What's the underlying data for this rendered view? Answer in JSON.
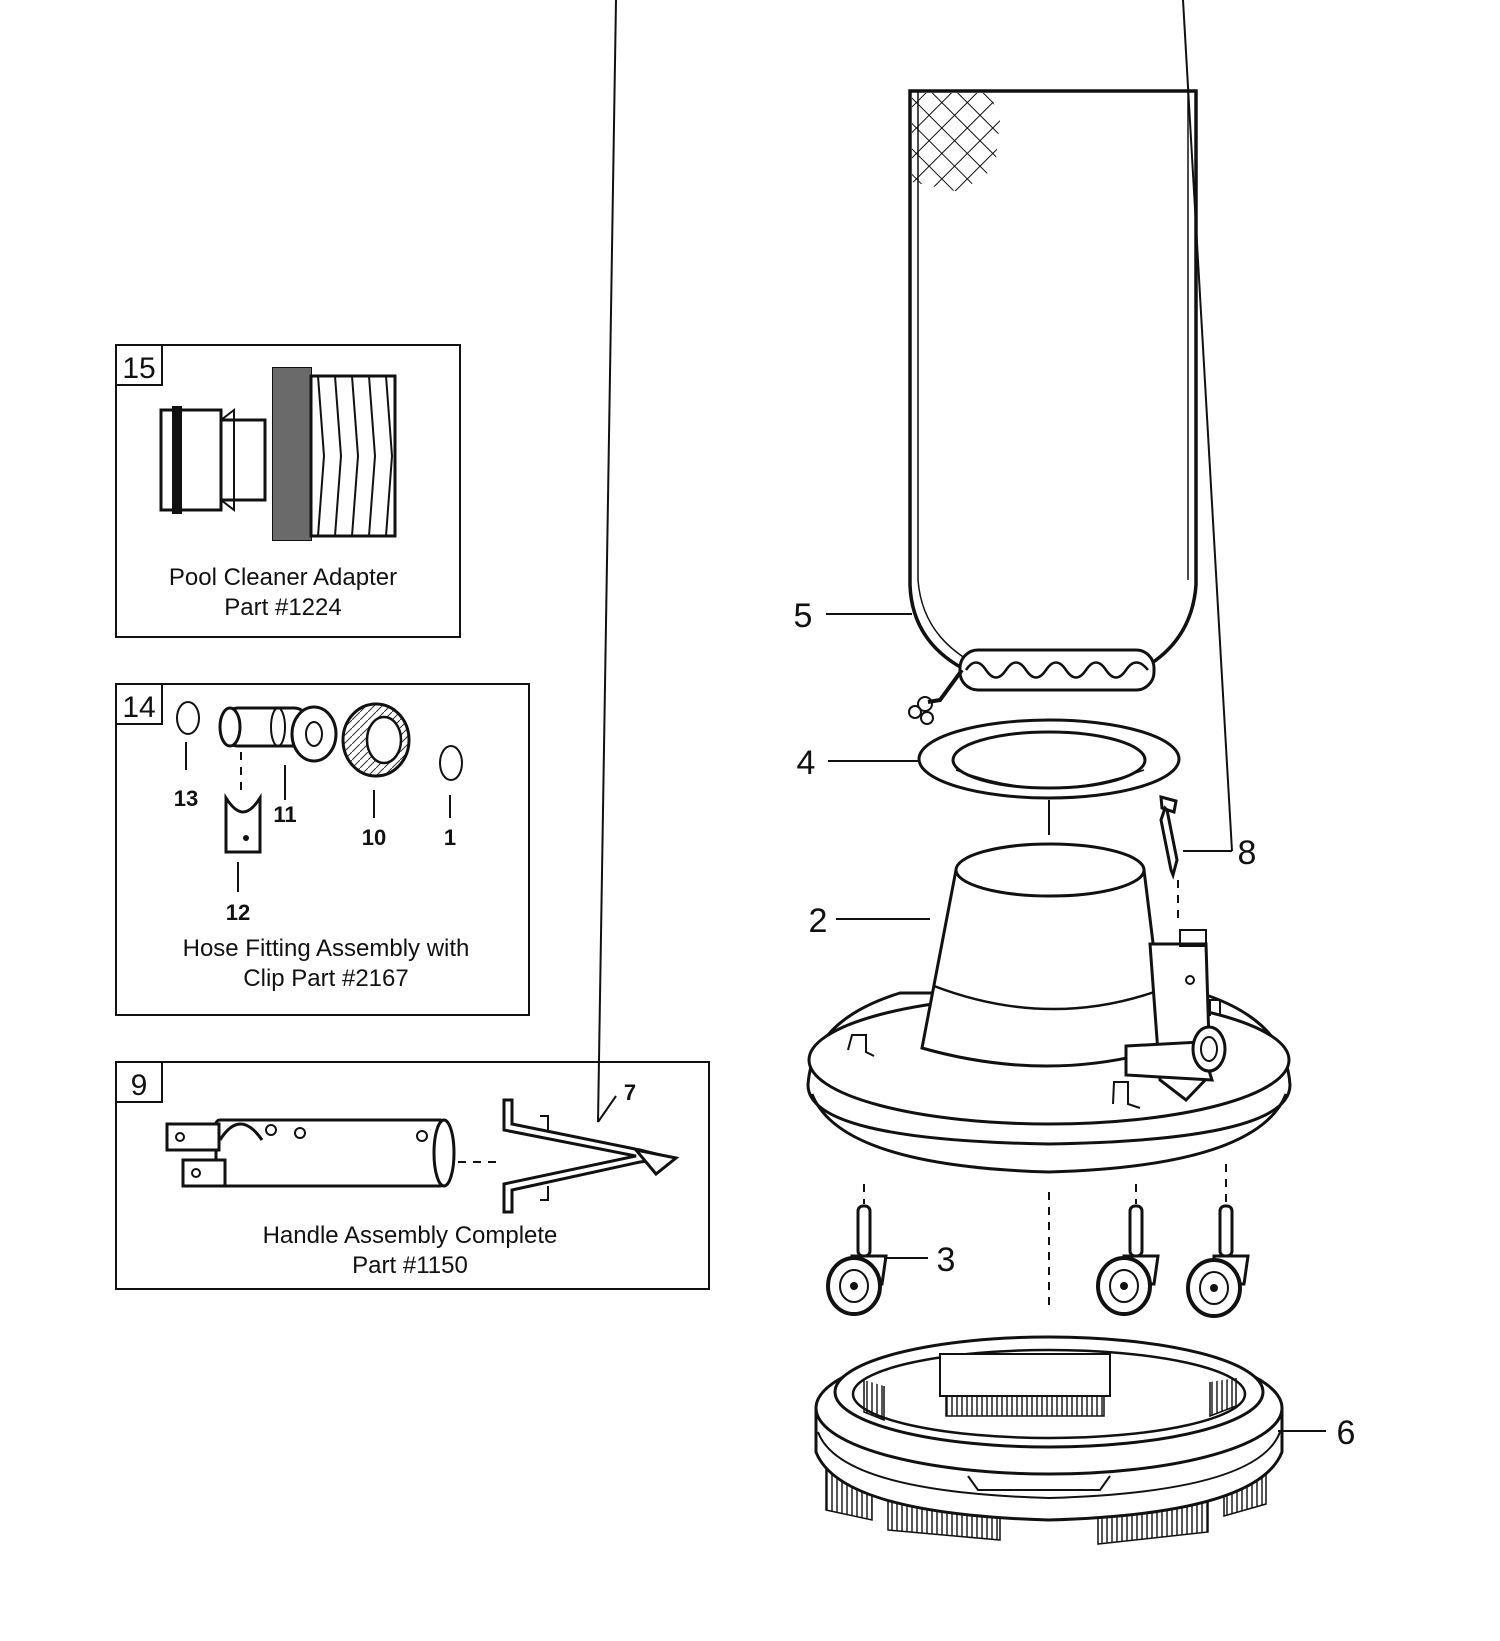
{
  "callouts": {
    "c5": "5",
    "c4": "4",
    "c8": "8",
    "c2": "2",
    "c3": "3",
    "c6": "6"
  },
  "boxes": {
    "adapter": {
      "number": "15",
      "caption_line1": "Pool Cleaner Adapter",
      "caption_line2": "Part #1224"
    },
    "hose_fitting": {
      "number": "14",
      "labels": {
        "l13": "13",
        "l11": "11",
        "l10": "10",
        "l1": "1",
        "l12": "12"
      },
      "caption_line1": "Hose Fitting Assembly with",
      "caption_line2": "Clip Part #2167"
    },
    "handle": {
      "number": "9",
      "labels": {
        "l7": "7"
      },
      "caption_line1": "Handle Assembly Complete",
      "caption_line2": "Part #1150"
    }
  }
}
